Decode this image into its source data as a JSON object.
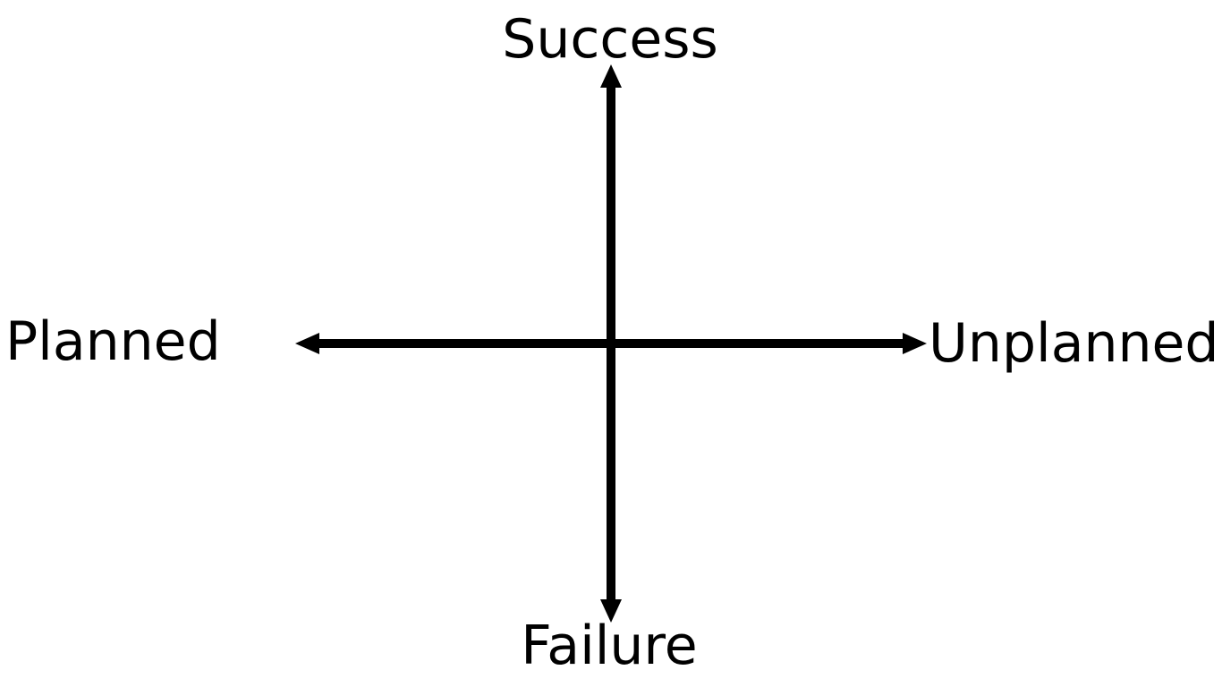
{
  "diagram": {
    "labels": {
      "top": "Success",
      "bottom": "Failure",
      "left": "Planned",
      "right": "Unplanned"
    },
    "colors": {
      "axis": "#000000",
      "text": "#000000",
      "background": "#ffffff"
    }
  }
}
